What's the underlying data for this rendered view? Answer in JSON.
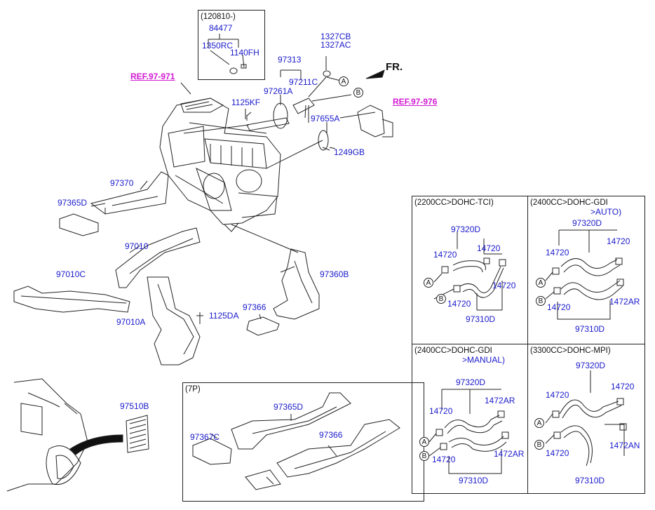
{
  "refs": {
    "left": "REF.97-971",
    "right": "REF.97-976"
  },
  "fr_label": "FR.",
  "inset_top": {
    "title": "(120810-)",
    "part_a": "84477",
    "part_b": "1350RC",
    "part_c": "1140FH"
  },
  "labels": {
    "p1327cb": "1327CB",
    "p1327ac": "1327AC",
    "p97313": "97313",
    "p97211c": "97211C",
    "p97261a": "97261A",
    "p1125kf": "1125KF",
    "p97655a": "97655A",
    "p1249gb": "1249GB",
    "p97370": "97370",
    "p97365d": "97365D",
    "p97010": "97010",
    "p97010c": "97010C",
    "p97360b": "97360B",
    "p97366": "97366",
    "p1125da": "1125DA",
    "p97010a": "97010A",
    "p97510b": "97510B"
  },
  "callouts": {
    "a": "A",
    "b": "B"
  },
  "panels": {
    "tci": {
      "title": "(2200CC>DOHC-TCI)",
      "top": "97320D",
      "bottom": "97310D",
      "l1": "14720",
      "l2": "14720",
      "l3": "14720",
      "l4": "14720"
    },
    "gdi_auto": {
      "title": "(2400CC>DOHC-GDI",
      "title2": ">AUTO)",
      "top": "97320D",
      "bottom": "97310D",
      "l1": "14720",
      "l2": "14720",
      "l3": "14720",
      "l4": "1472AR"
    },
    "gdi_manual": {
      "title": "(2400CC>DOHC-GDI",
      "title2": ">MANUAL)",
      "top": "97320D",
      "bottom": "97310D",
      "l1": "14720",
      "l2": "1472AR",
      "l3": "14720",
      "l4": "1472AR"
    },
    "mpi": {
      "title": "(3300CC>DOHC-MPI)",
      "top": "97320D",
      "bottom": "97310D",
      "l1": "14720",
      "l2": "14720",
      "l3": "14720",
      "l4": "1472AN"
    }
  },
  "inset_bottom": {
    "title": "(7P)",
    "p97365d": "97365D",
    "p97367c": "97367C",
    "p97366": "97366"
  }
}
